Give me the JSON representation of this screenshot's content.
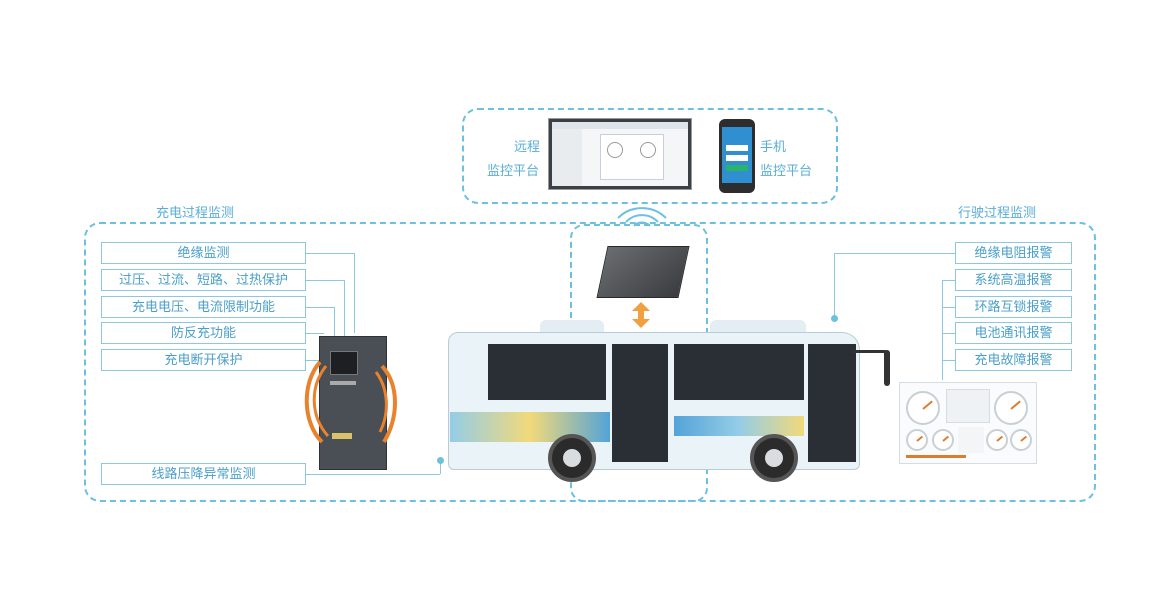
{
  "charging_group": {
    "title": "充电过程监测",
    "items": [
      "绝缘监测",
      "过压、过流、短路、过热保护",
      "充电电压、电流限制功能",
      "防反充功能",
      "充电断开保护"
    ],
    "bottom_item": "线路压降异常监测"
  },
  "driving_group": {
    "title": "行驶过程监测",
    "items": [
      "绝缘电阻报警",
      "系统高温报警",
      "环路互锁报警",
      "电池通讯报警",
      "充电故障报警"
    ]
  },
  "platforms": {
    "remote": {
      "line1": "远程",
      "line2": "监控平台"
    },
    "mobile": {
      "line1": "手机",
      "line2": "监控平台"
    }
  },
  "icons": {
    "wireless": "wifi-signal-icon",
    "link": "bidirectional-arrow-icon"
  },
  "colors": {
    "accent": "#5aaed4",
    "dashed_border": "#6cc0e0",
    "arrow": "#f0a040"
  }
}
